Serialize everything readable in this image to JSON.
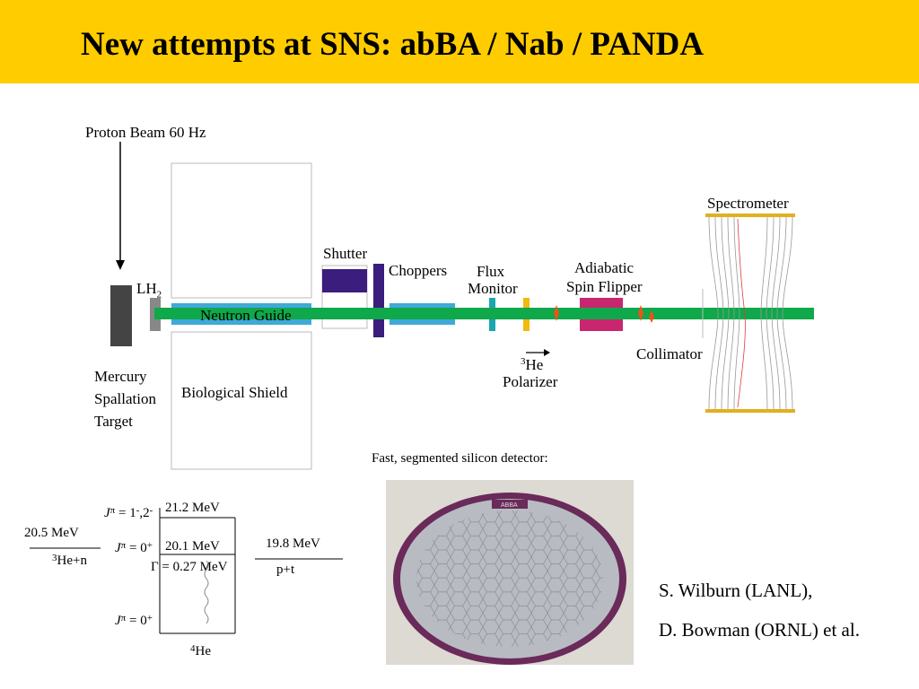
{
  "slide": {
    "title": "New attempts at SNS: abBA / Nab / PANDA",
    "colors": {
      "header": "#ffcc00",
      "beam": "#0fa84a",
      "guide": "#3fa9d8",
      "shutter": "#3a1d7d",
      "flipper": "#c8266e",
      "target": "#444444"
    }
  },
  "beamline": {
    "proton_beam": "Proton Beam 60 Hz",
    "lh2": "LH",
    "lh2_sub": "2",
    "target_line1": "Mercury",
    "target_line2": "Spallation",
    "target_line3": "Target",
    "biological_shield": "Biological Shield",
    "neutron_guide": "Neutron Guide",
    "shutter": "Shutter",
    "choppers": "Choppers",
    "flux_line1": "Flux",
    "flux_line2": "Monitor",
    "adiabatic_line1": "Adiabatic",
    "adiabatic_line2": "Spin Flipper",
    "he3_sup": "3",
    "he3_text": "He",
    "polarizer": "Polarizer",
    "collimator": "Collimator",
    "spectrometer": "Spectrometer"
  },
  "detector": {
    "caption": "Fast, segmented silicon detector:",
    "wafer_print": "ABBA",
    "photo_icon": "silicon-wafer-photo"
  },
  "level_diagram": {
    "jpi1": "J",
    "jpi1_sup": "π",
    "jpi1_val": " = 1",
    "jpi1_tail": ",2",
    "e_21_2": "21.2 MeV",
    "e_20_5": "20.5 MeV",
    "he3n_sup": "3",
    "he3n": "He+n",
    "jpi2": "J",
    "jpi2_sup": "π",
    "jpi2_val": " = 0",
    "jpi2_plus": "+",
    "e_20_1": "20.1 MeV",
    "gamma": "Γ = 0.27 MeV",
    "e_19_8": "19.8 MeV",
    "pt": "p+t",
    "jpi3": "J",
    "jpi3_sup": "π",
    "jpi3_val": " = 0",
    "jpi3_plus": "+",
    "he4_sup": "4",
    "he4": "He"
  },
  "credits": {
    "line1": "S. Wilburn (LANL),",
    "line2": "D. Bowman (ORNL) et al."
  }
}
